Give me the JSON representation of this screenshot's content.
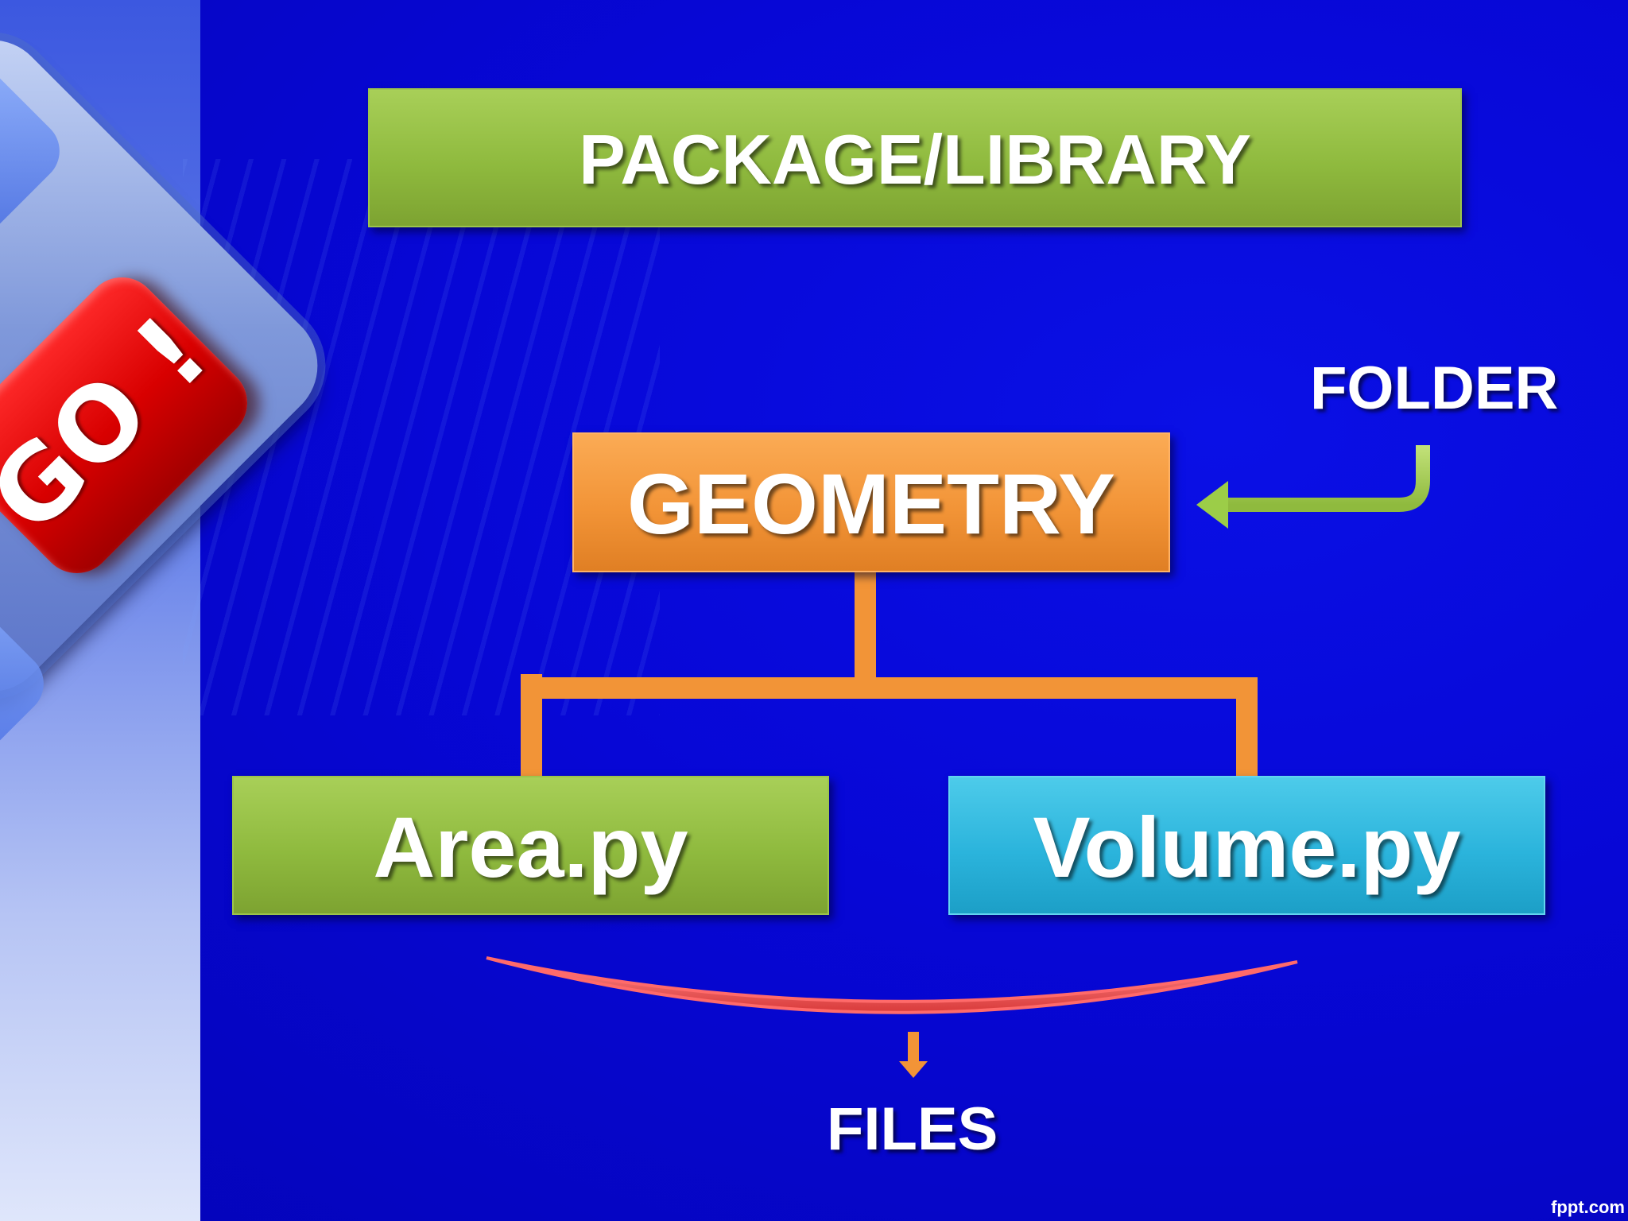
{
  "slide": {
    "title": "PACKAGE/LIBRARY",
    "folder_annotation": "FOLDER",
    "root_node": "GEOMETRY",
    "children": [
      "Area.py",
      "Volume.py"
    ],
    "files_annotation": "FILES",
    "watermark": "fppt.com",
    "go_button_label": "GO !"
  },
  "colors": {
    "background": "#0707d6",
    "green_box": "#8fba3e",
    "orange_box": "#f29437",
    "cyan_box": "#2bb4dc",
    "connector": "#f29437",
    "folder_arrow": "#9ccd48",
    "files_brace": "#ff5a5a"
  }
}
